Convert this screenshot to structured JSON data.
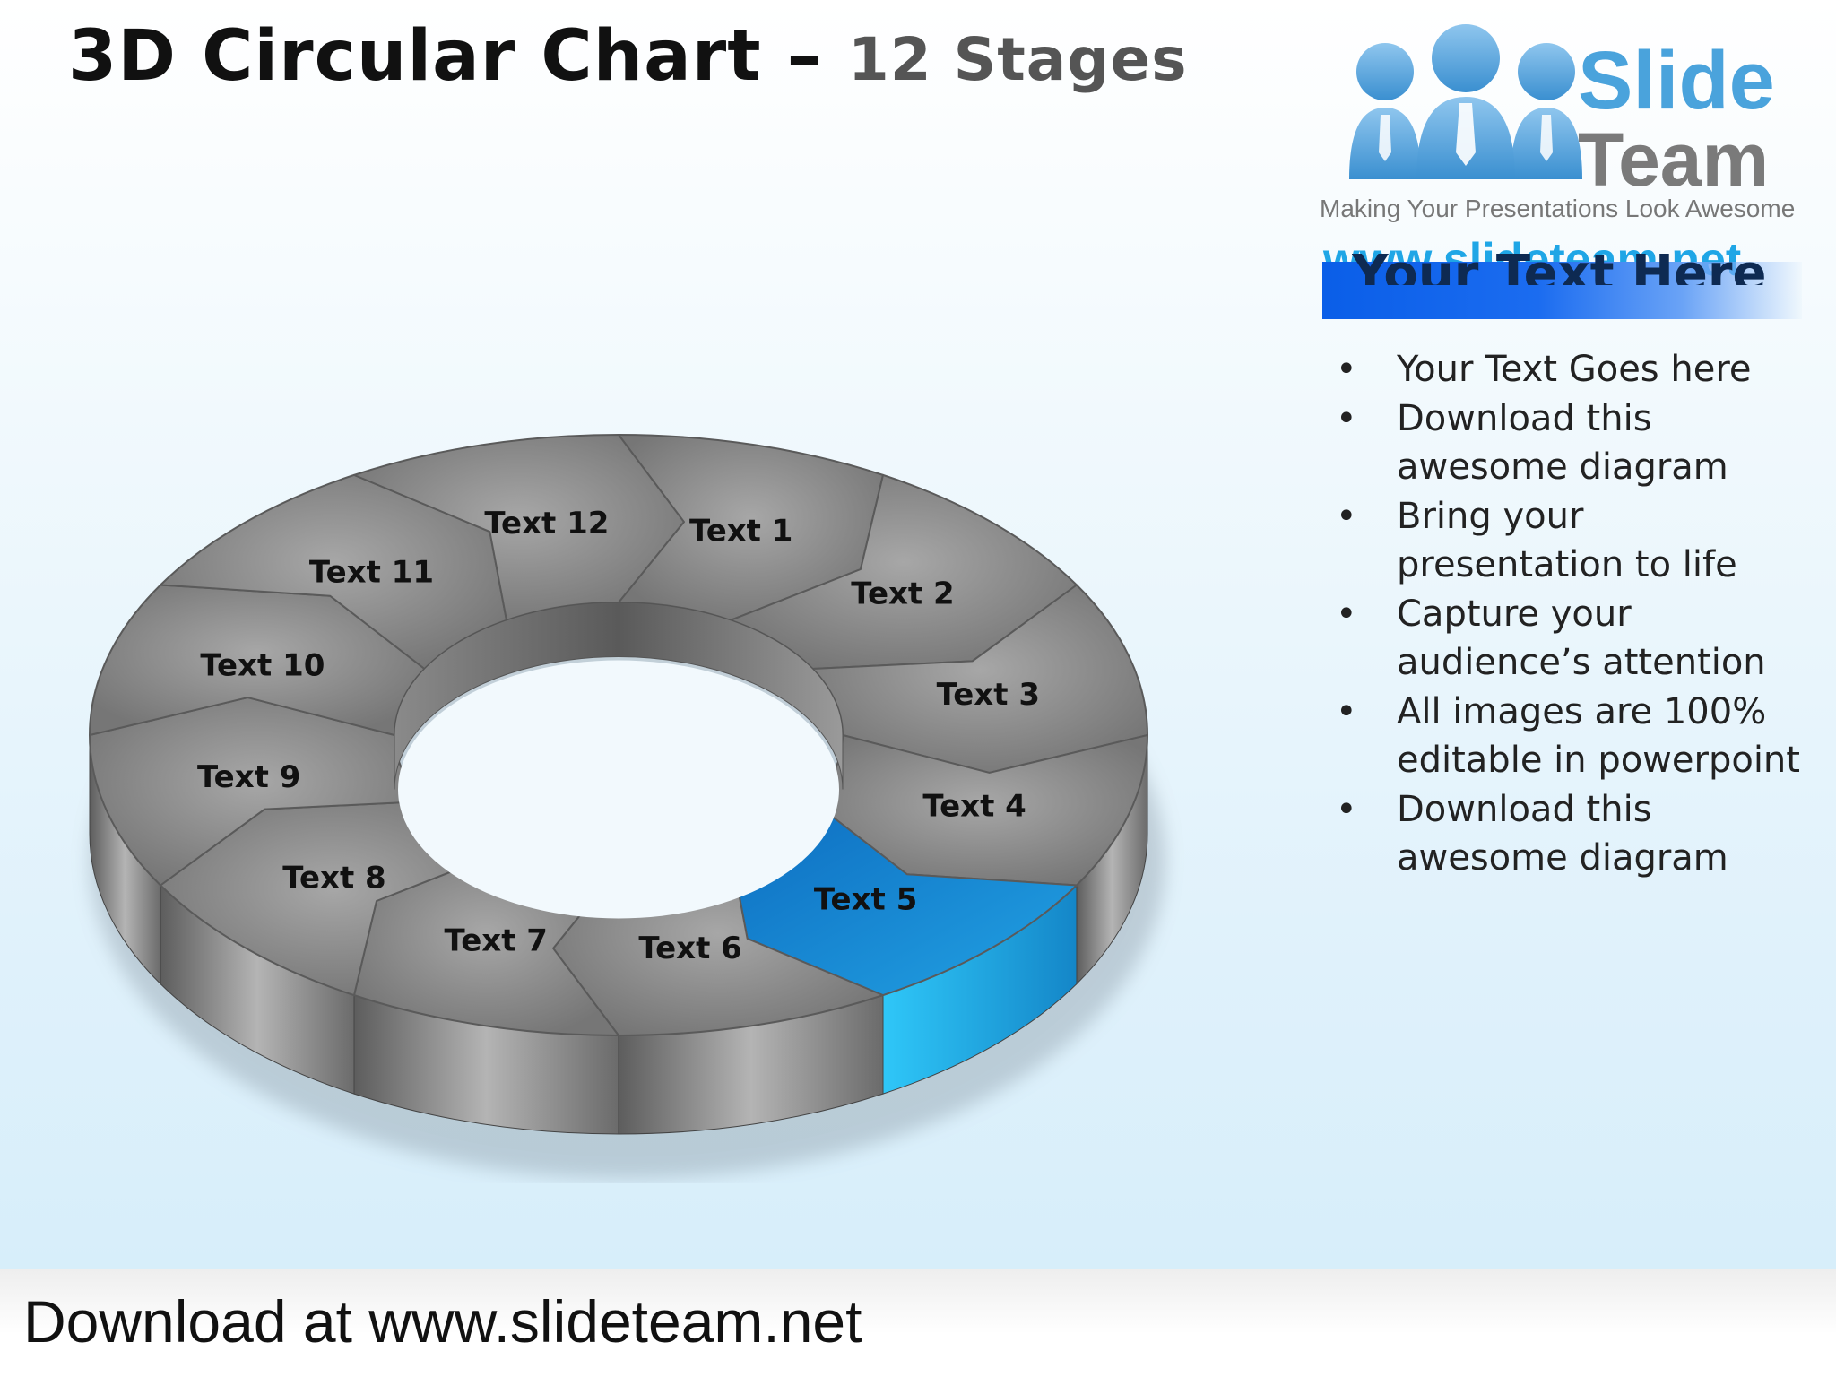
{
  "title": {
    "main": "3D Circular Chart",
    "dash": " – ",
    "sub": "12 Stages"
  },
  "logo": {
    "word1": "Slide",
    "word2": "Team",
    "tagline": "Making Your Presentations Look Awesome",
    "url": "www.slideteam.net",
    "people_icon": "team-people-icon"
  },
  "sidebar": {
    "heading": "Your Text Here",
    "bullet_char": "•",
    "bullets": [
      "Your Text Goes here",
      "Download this awesome diagram",
      "Bring your presentation to life",
      "Capture your audience’s attention",
      "All images are 100% editable in powerpoint",
      "Download this awesome diagram"
    ]
  },
  "diagram": {
    "segments": [
      "Text 1",
      "Text 2",
      "Text 3",
      "Text 4",
      "Text 5",
      "Text 6",
      "Text 7",
      "Text 8",
      "Text 9",
      "Text 10",
      "Text 11",
      "Text 12"
    ],
    "highlighted_segment": "Text 5",
    "colors": {
      "segment": "#8a8a8a",
      "highlight": "#1f8fd8",
      "highlight_side": "#2ec4f5"
    }
  },
  "footer": {
    "text": "Download at www.slideteam.net"
  }
}
